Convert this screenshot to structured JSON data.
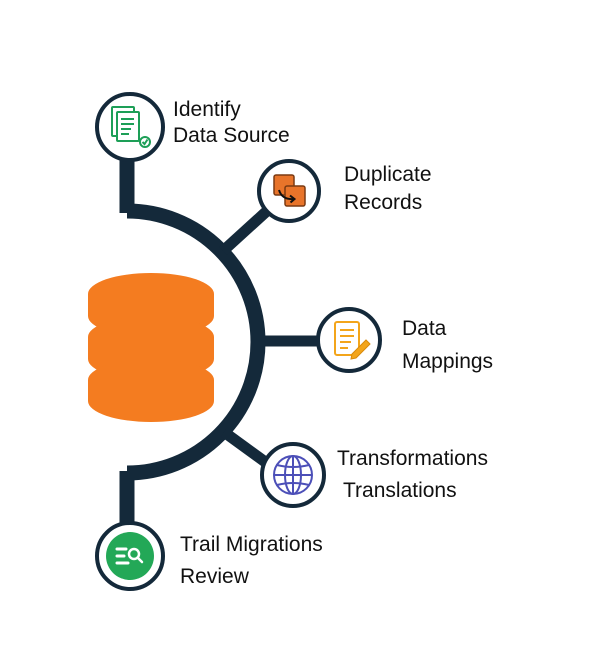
{
  "colors": {
    "hub": "#14293a",
    "database": "#f47c20",
    "node_border": "#14293a",
    "node_fill": "#ffffff",
    "text": "#111111"
  },
  "database": {
    "icon": "database-cylinder-icon"
  },
  "nodes": [
    {
      "icon": "document-check-icon",
      "icon_color": "#1d9f57",
      "lines": [
        "Identify",
        "Data Source"
      ]
    },
    {
      "icon": "duplicate-records-icon",
      "icon_color": "#e8742a",
      "lines": [
        "Duplicate",
        "Records"
      ]
    },
    {
      "icon": "data-mapping-form-icon",
      "icon_color": "#f3a51b",
      "lines": [
        "Data",
        "Mappings"
      ]
    },
    {
      "icon": "globe-icon",
      "icon_color": "#4c4fb8",
      "lines": [
        "Transformations",
        "Translations"
      ]
    },
    {
      "icon": "search-list-icon",
      "icon_color": "#23a857",
      "lines": [
        "Trail Migrations",
        "Review"
      ]
    }
  ]
}
